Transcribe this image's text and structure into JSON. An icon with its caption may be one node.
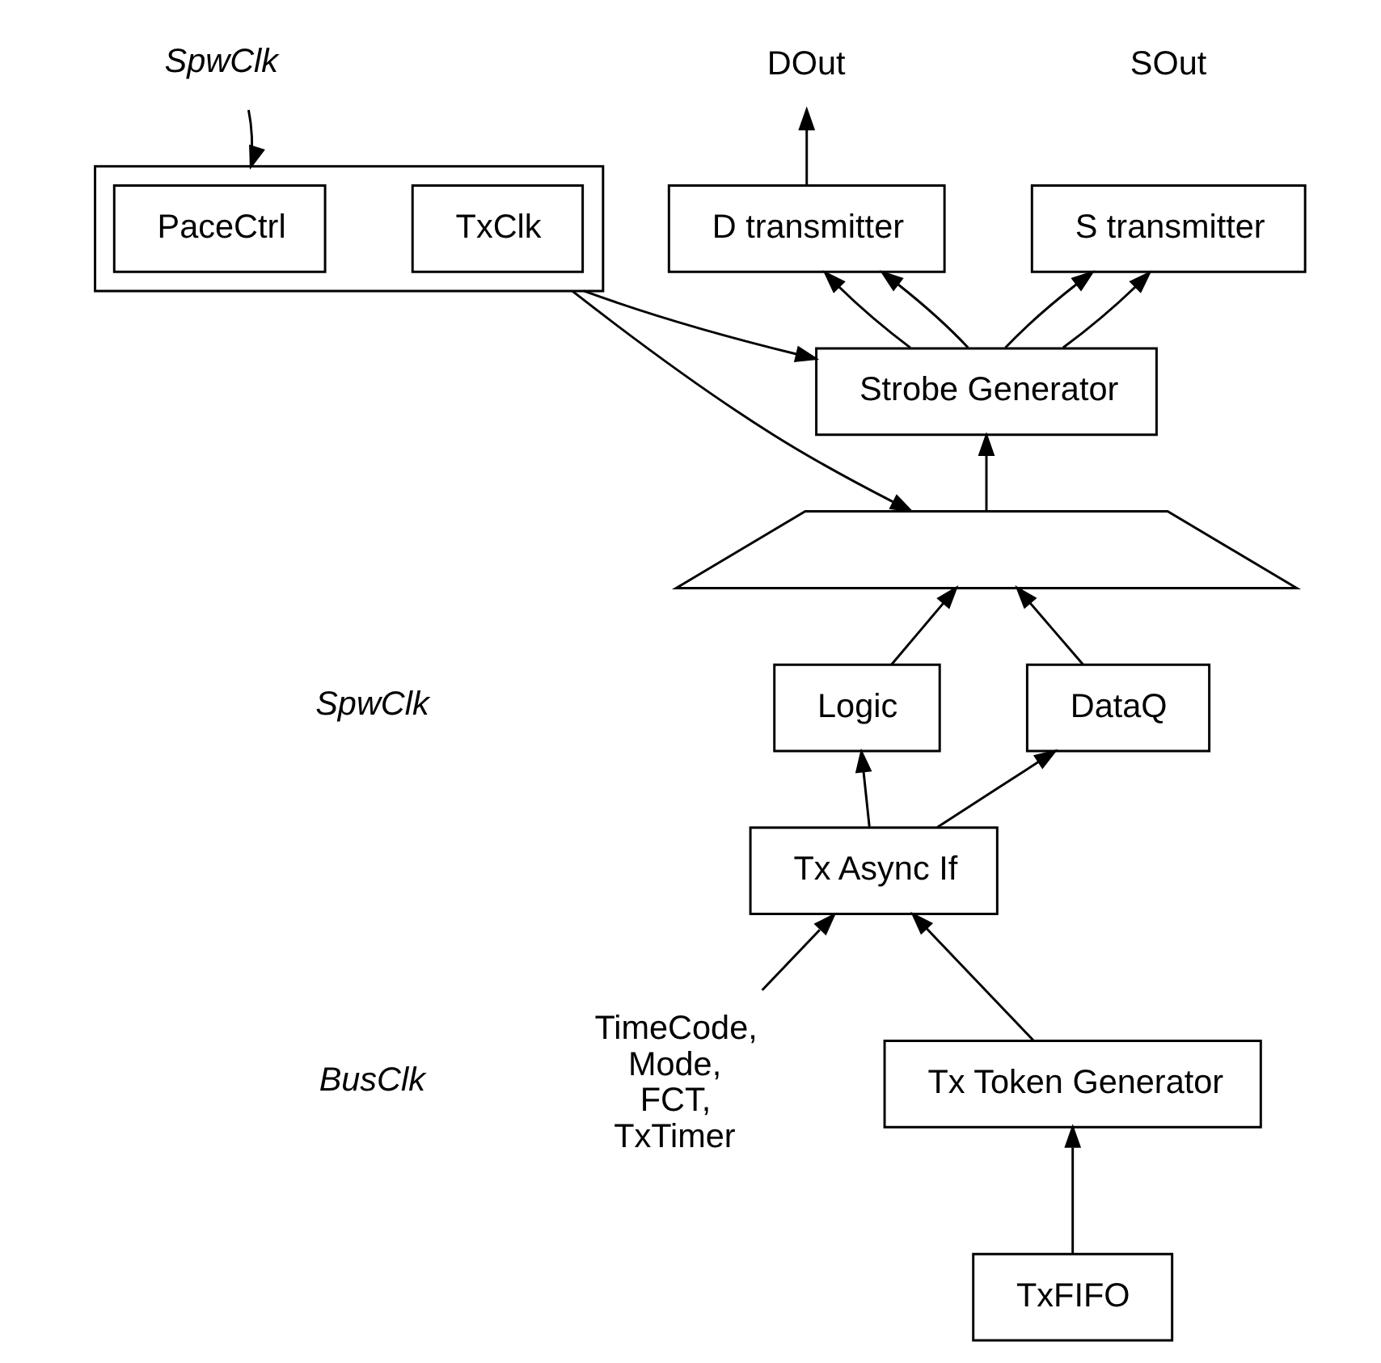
{
  "diagram": {
    "nodes": [
      {
        "text": [
          "DOut"
        ]
      },
      {
        "text": [
          "SpwClk"
        ]
      },
      {
        "text": [
          "SOut"
        ]
      },
      {
        "text": [
          "D transmitter"
        ]
      },
      {
        "text": [],
        "shape": "box"
      },
      {
        "text": [
          "PaceCtrl"
        ],
        "in": 4
      },
      {
        "text": [
          "TxClk"
        ],
        "in": 4
      },
      {
        "text": [
          "S transmitter"
        ]
      },
      {
        "text": [
          "Strobe Generator"
        ]
      },
      {
        "text": [],
        "shape": "trapezium"
      },
      {
        "text": [
          "Logic"
        ]
      },
      {
        "text": [
          "DataQ"
        ]
      },
      {
        "text": [
          "Tx Async If"
        ]
      },
      {
        "text": [
          "TimeCode, Mode, FCT, TxTimer"
        ]
      },
      {
        "text": [
          "Tx Token Generator"
        ]
      },
      {
        "text": [
          "TxFIFO"
        ]
      }
    ],
    "edges": [
      {
        "from": 3,
        "to": 0,
        "arrow": "to"
      },
      {
        "from": 1,
        "to": 4,
        "arrow": "to"
      },
      {
        "from": 8,
        "to": 3,
        "arrow": "to"
      },
      {
        "from": 8,
        "to": 3,
        "arrow": "to"
      },
      {
        "from": 8,
        "to": 7,
        "arrow": "to"
      },
      {
        "from": 8,
        "to": 7,
        "arrow": "to"
      },
      {
        "from": 4,
        "to": 8,
        "arrow": "to"
      },
      {
        "from": 4,
        "to": 9,
        "arrow": "to"
      },
      {
        "from": 9,
        "to": 8,
        "arrow": "to"
      },
      {
        "from": 10,
        "to": 9,
        "arrow": "to"
      },
      {
        "from": 11,
        "to": 9,
        "arrow": "to"
      },
      {
        "from": 12,
        "to": 10,
        "arrow": "to"
      },
      {
        "from": 12,
        "to": 11,
        "arrow": "to"
      },
      {
        "from": 13,
        "to": 12,
        "arrow": "to"
      },
      {
        "from": 14,
        "to": 12,
        "arrow": "to"
      },
      {
        "from": 15,
        "to": 14,
        "arrow": "to"
      }
    ],
    "labels": [
      "SpwClk",
      "BusClk"
    ]
  }
}
